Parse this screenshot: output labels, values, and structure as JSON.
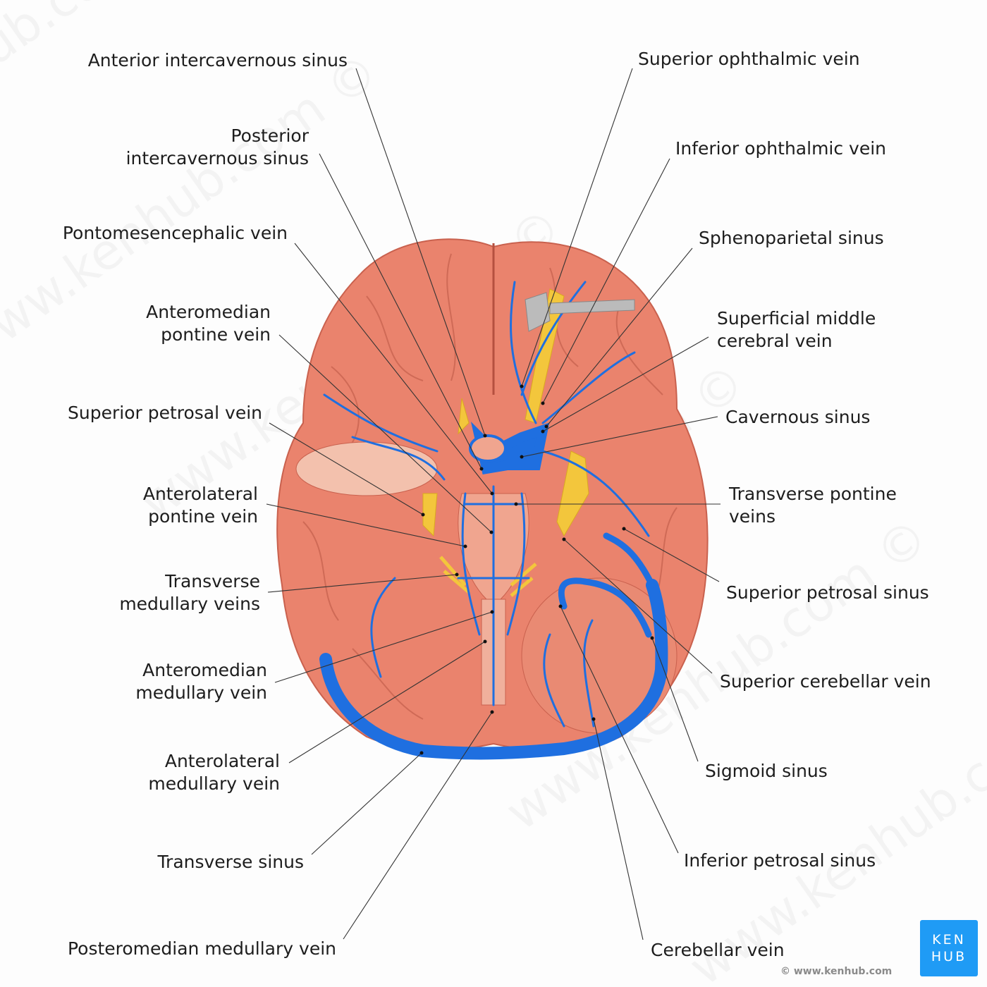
{
  "labels_left": [
    {
      "id": "anterior-intercavernous-sinus",
      "lines": [
        "Anterior intercavernous sinus"
      ]
    },
    {
      "id": "posterior-intercavernous-sinus",
      "lines": [
        "Posterior",
        "intercavernous sinus"
      ]
    },
    {
      "id": "pontomesencephalic-vein",
      "lines": [
        "Pontomesencephalic vein"
      ]
    },
    {
      "id": "anteromedian-pontine-vein",
      "lines": [
        "Anteromedian",
        "pontine vein"
      ]
    },
    {
      "id": "superior-petrosal-vein",
      "lines": [
        "Superior petrosal vein"
      ]
    },
    {
      "id": "anterolateral-pontine-vein",
      "lines": [
        "Anterolateral",
        "pontine vein"
      ]
    },
    {
      "id": "transverse-medullary-veins",
      "lines": [
        "Transverse",
        "medullary veins"
      ]
    },
    {
      "id": "anteromedian-medullary-vein",
      "lines": [
        "Anteromedian",
        "medullary vein"
      ]
    },
    {
      "id": "anterolateral-medullary-vein",
      "lines": [
        "Anterolateral",
        "medullary vein"
      ]
    },
    {
      "id": "transverse-sinus",
      "lines": [
        "Transverse sinus"
      ]
    },
    {
      "id": "posteromedian-medullary-vein",
      "lines": [
        "Posteromedian medullary vein"
      ]
    }
  ],
  "labels_right": [
    {
      "id": "superior-ophthalmic-vein",
      "lines": [
        "Superior ophthalmic vein"
      ]
    },
    {
      "id": "inferior-ophthalmic-vein",
      "lines": [
        "Inferior ophthalmic vein"
      ]
    },
    {
      "id": "sphenoparietal-sinus",
      "lines": [
        "Sphenoparietal sinus"
      ]
    },
    {
      "id": "superficial-middle-cerebral-vein",
      "lines": [
        "Superficial middle",
        "cerebral vein"
      ]
    },
    {
      "id": "cavernous-sinus",
      "lines": [
        "Cavernous sinus"
      ]
    },
    {
      "id": "transverse-pontine-veins",
      "lines": [
        "Transverse pontine",
        "veins"
      ]
    },
    {
      "id": "superior-petrosal-sinus",
      "lines": [
        "Superior petrosal sinus"
      ]
    },
    {
      "id": "superior-cerebellar-vein",
      "lines": [
        "Superior cerebellar vein"
      ]
    },
    {
      "id": "sigmoid-sinus",
      "lines": [
        "Sigmoid sinus"
      ]
    },
    {
      "id": "inferior-petrosal-sinus",
      "lines": [
        "Inferior petrosal sinus"
      ]
    },
    {
      "id": "cerebellar-vein",
      "lines": [
        "Cerebellar vein"
      ]
    }
  ],
  "logo": {
    "line1": "KEN",
    "line2": "HUB"
  },
  "copyright": "© www.kenhub.com",
  "watermark": "www.kenhub.com ©",
  "colors": {
    "brain": "#ea836d",
    "brain_dark": "#c9614e",
    "vein": "#1f6fe0",
    "nerve": "#f3c63c",
    "text": "#1d1d1d",
    "logo": "#1f9bf5"
  }
}
